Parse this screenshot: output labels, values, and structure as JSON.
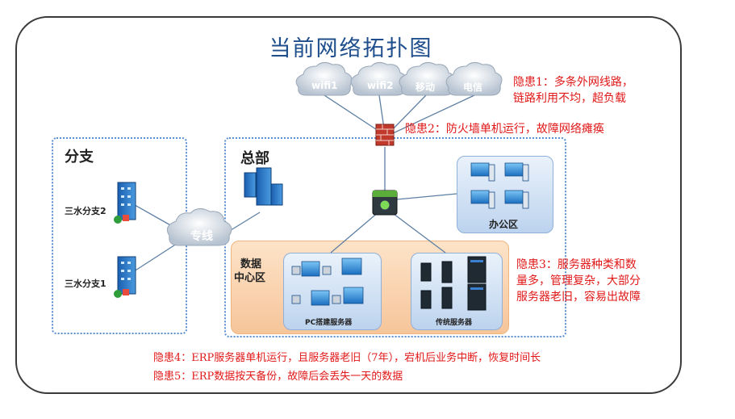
{
  "title": "当前网络拓扑图",
  "clouds": [
    "wifi1",
    "wifi2",
    "移动",
    "电信"
  ],
  "link_cloud": "专线",
  "branch": {
    "title": "分支",
    "sites": [
      "三水分支2",
      "三水分支1"
    ]
  },
  "hq": {
    "title": "总部",
    "office": "办公区",
    "datacenter_lines": [
      "数据",
      "中心区"
    ],
    "pc_servers": "PC搭建服务器",
    "traditional_servers": "传统服务器"
  },
  "hazards": {
    "h1_lines": [
      "隐患1：多条外网线路，",
      "链路利用不均，超负载"
    ],
    "h2": "隐患2：防火墙单机运行，故障网络瘫痪",
    "h3_lines": [
      "隐患3：服务器种类和数",
      "量多，管理复杂，大部分",
      "服务器老旧，容易出故障"
    ],
    "h4": "隐患4：ERP服务器单机运行，且服务器老旧（7年），宕机后业务中断，恢复时间长",
    "h5": "隐患5：ERP数据按天备份，故障后会丢失一天的数据"
  },
  "colors": {
    "title": "#1f4e8c",
    "warning": "#e11818",
    "zone_border": "#5a8fd0",
    "datacenter_bg": "#f9d3ad"
  }
}
